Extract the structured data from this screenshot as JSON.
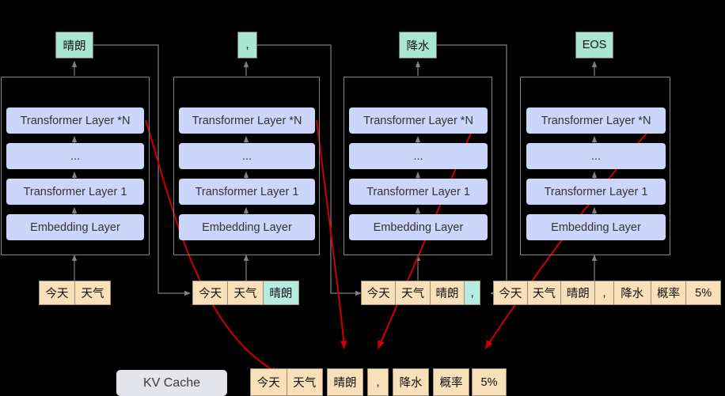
{
  "theme": {
    "background": "#000000",
    "layer_fill": "#ccd6fa",
    "output_token_fill": "#a8e6d1",
    "token_fill": "#fae0b8",
    "token_new_fill": "#b6ebe0",
    "kv_cache_fill": "#e4e5ea",
    "arrow_color": "#cc0000",
    "connector_color": "#808080"
  },
  "columns": [
    {
      "id": "step-1",
      "output_token": "晴朗",
      "layers": [
        "Transformer Layer *N",
        "...",
        "Transformer Layer 1",
        "Embedding Layer"
      ],
      "input_tokens": [
        {
          "text": "今天",
          "new": false
        },
        {
          "text": "天气",
          "new": false
        }
      ]
    },
    {
      "id": "step-2",
      "output_token": ",",
      "layers": [
        "Transformer Layer *N",
        "...",
        "Transformer Layer 1",
        "Embedding Layer"
      ],
      "input_tokens": [
        {
          "text": "今天",
          "new": false
        },
        {
          "text": "天气",
          "new": false
        },
        {
          "text": "晴朗",
          "new": true
        }
      ]
    },
    {
      "id": "step-3",
      "output_token": "降水",
      "layers": [
        "Transformer Layer *N",
        "...",
        "Transformer Layer 1",
        "Embedding Layer"
      ],
      "input_tokens": [
        {
          "text": "今天",
          "new": false
        },
        {
          "text": "天气",
          "new": false
        },
        {
          "text": "晴朗",
          "new": false
        },
        {
          "text": ",",
          "new": true
        }
      ]
    },
    {
      "id": "step-4",
      "output_token": "EOS",
      "layers": [
        "Transformer Layer *N",
        "...",
        "Transformer Layer 1",
        "Embedding Layer"
      ],
      "input_tokens": [
        {
          "text": "今天",
          "new": false
        },
        {
          "text": "天气",
          "new": false
        },
        {
          "text": "晴朗",
          "new": false
        },
        {
          "text": ",",
          "new": false
        },
        {
          "text": "降水",
          "new": false
        },
        {
          "text": "概率",
          "new": false
        },
        {
          "text": "5%",
          "new": false
        }
      ]
    }
  ],
  "kv_cache": {
    "label": "KV Cache",
    "groups": [
      {
        "tokens": [
          "今天",
          "天气"
        ]
      },
      {
        "tokens": [
          "晴朗"
        ]
      },
      {
        "tokens": [
          ","
        ]
      },
      {
        "tokens": [
          "降水"
        ]
      },
      {
        "tokens": [
          "概率"
        ]
      },
      {
        "tokens": [
          "5%"
        ]
      }
    ]
  }
}
